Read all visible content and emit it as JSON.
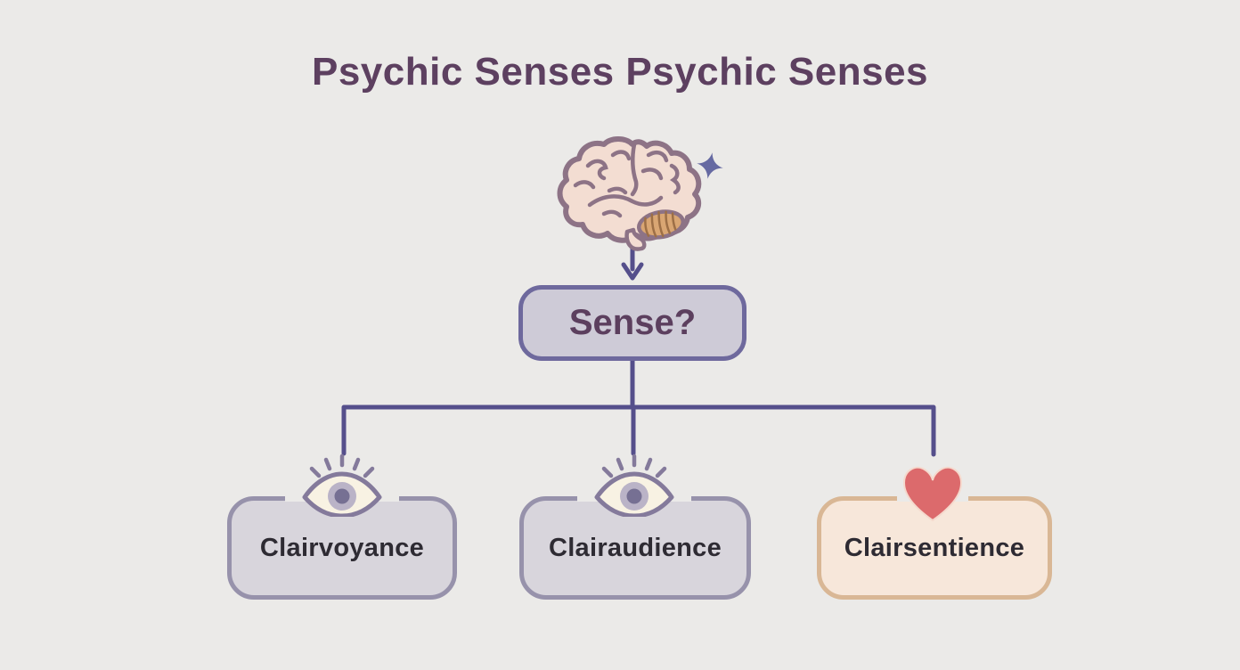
{
  "title": "Psychic Senses Psychic Senses",
  "diagram": {
    "header_icon": "brain",
    "decoration_icon": "sparkle",
    "flow": "brain -> Sense? -> [Clairvoyance, Clairaudience, Clairsentience]"
  },
  "root": {
    "label": "Sense?"
  },
  "children": [
    {
      "label": "Clairvoyance",
      "icon": "eye-icon"
    },
    {
      "label": "Clairaudience",
      "icon": "eye-icon"
    },
    {
      "label": "Clairsentience",
      "icon": "heart-icon"
    }
  ],
  "colors": {
    "background": "#ebeae8",
    "title_text": "#5d4060",
    "connector": "#554f8b",
    "root_fill": "#cecbd7",
    "root_border": "#6e699d",
    "root_text": "#5c3f5e",
    "child_fill": "#d8d5dc",
    "child_border": "#9792ab",
    "child_text": "#2e2b33",
    "accent_child_fill": "#f7e7da",
    "accent_child_border": "#d9b795",
    "heart": "#dc6a6c",
    "heart_outline": "#f5d9cd",
    "sparkle": "#666aa2",
    "brain_fill": "#f3ddd2",
    "brain_outline": "#8d7386",
    "cerebellum_fill": "#d9a673",
    "cerebellum_hatch": "#9d6f46",
    "eye_outline": "#847a9b",
    "eye_sclera": "#f8f2e3",
    "eye_iris": "#bab3c7",
    "eye_pupil": "#767093"
  }
}
